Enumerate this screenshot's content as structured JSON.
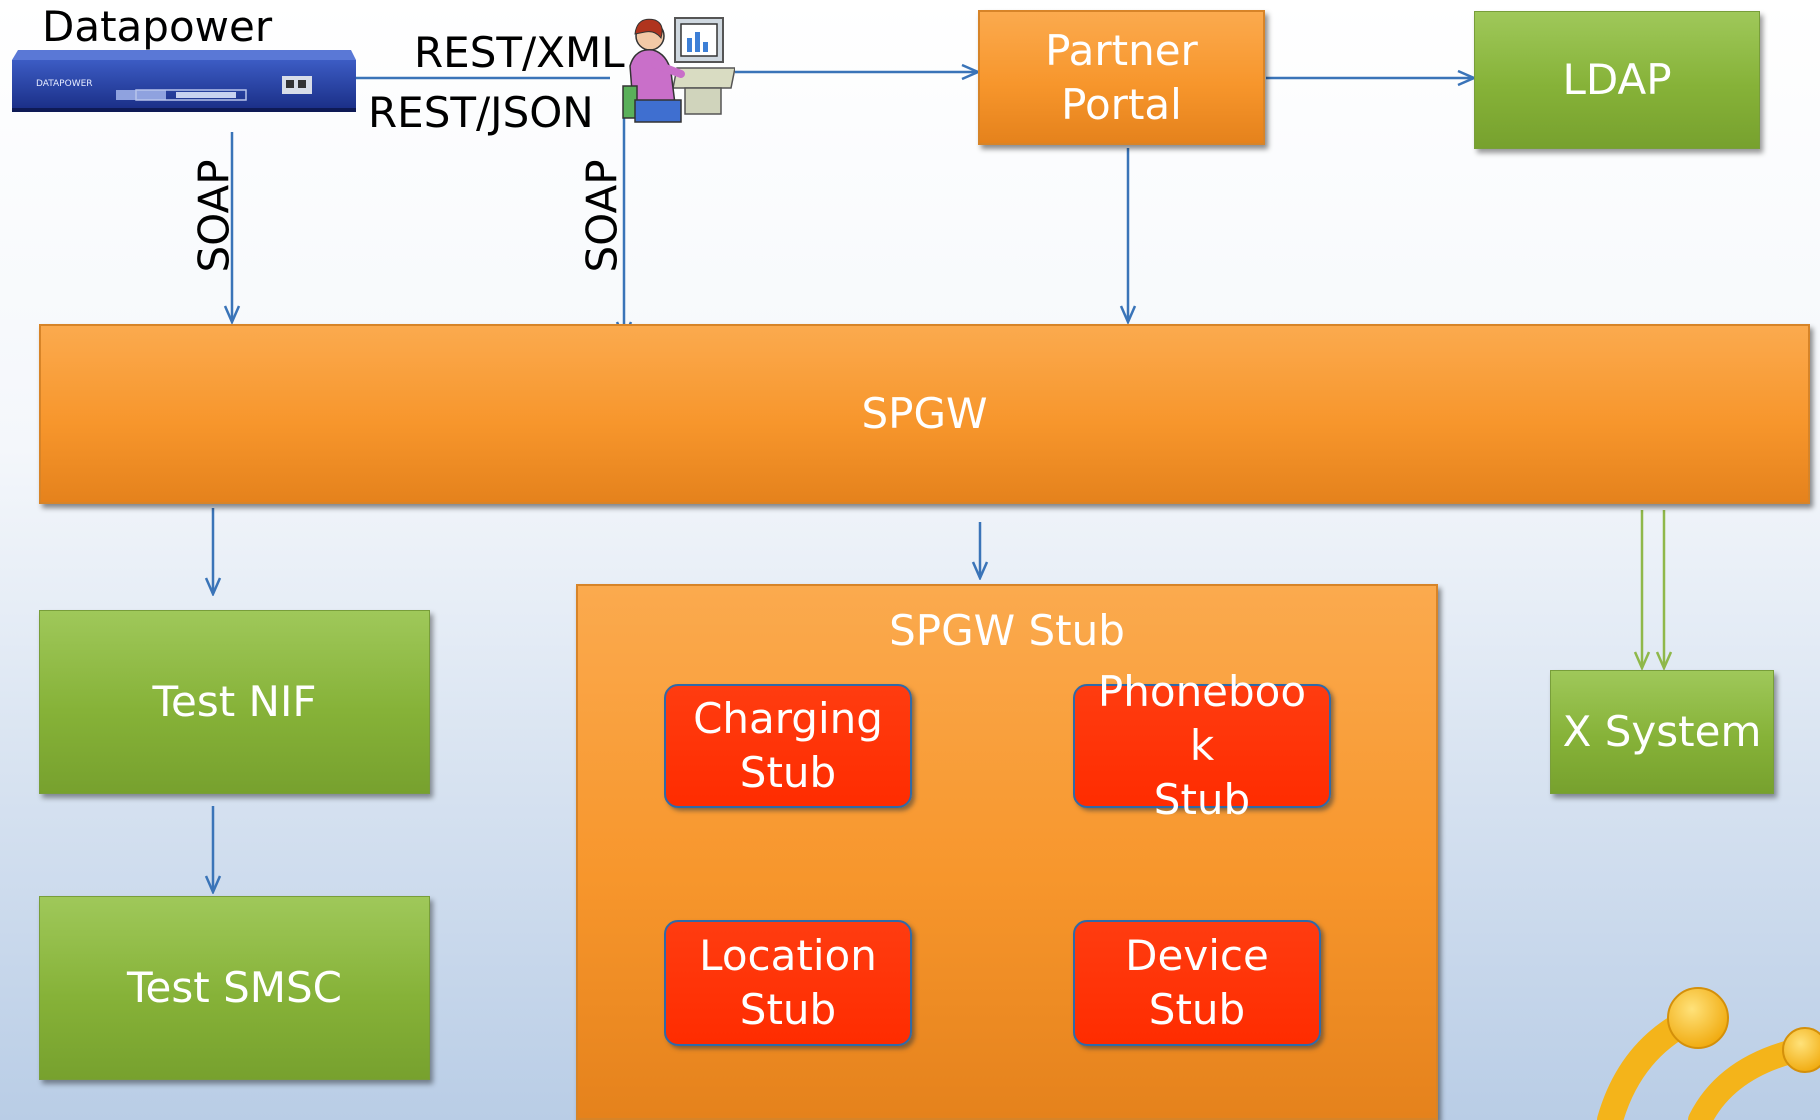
{
  "labels": {
    "datapower": "Datapower",
    "rest_xml": "REST/XML",
    "rest_json": "REST/JSON",
    "soap_left": "SOAP",
    "soap_mid": "SOAP"
  },
  "nodes": {
    "partner_portal": [
      "Partner",
      "Portal"
    ],
    "ldap": "LDAP",
    "spgw": "SPGW",
    "test_nif": "Test NIF",
    "test_smsc": "Test SMSC",
    "spgw_stub": "SPGW Stub",
    "charging_stub": [
      "Charging",
      "Stub"
    ],
    "phonebook_stub": [
      "Phoneboo",
      "k",
      "Stub"
    ],
    "location_stub": [
      "Location",
      "Stub"
    ],
    "device_stub": [
      "Device",
      "Stub"
    ],
    "x_system": "X System"
  },
  "colors": {
    "orange": "#f7962c",
    "green": "#86b238",
    "red": "#ff2c00",
    "arrow_blue": "#3a74b8",
    "arrow_green": "#8fb84a"
  },
  "icons": [
    "datapower-appliance-icon",
    "user-at-computer-icon",
    "decorative-logo-icon"
  ]
}
